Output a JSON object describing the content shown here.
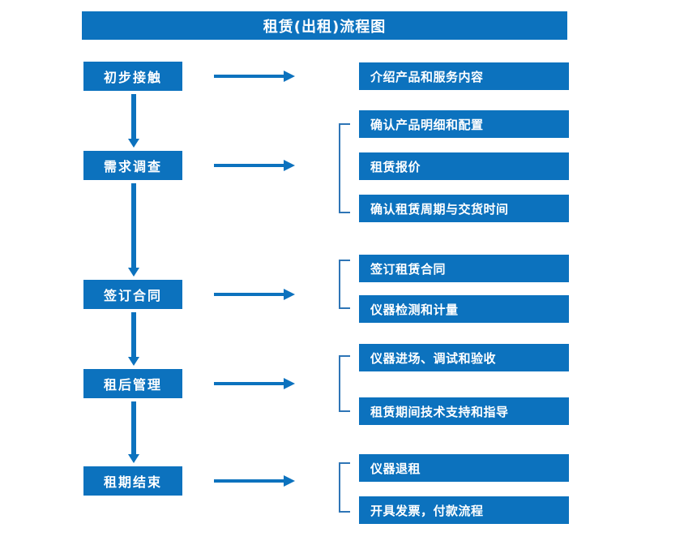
{
  "diagram": {
    "title": "租赁(出租)流程图",
    "accent_color": "#0C72BE",
    "bracket_color": "#2E75B6",
    "text_color": "#FFFFFF",
    "background_color": "#FFFFFF"
  },
  "stages": [
    {
      "id": "stage-1",
      "label": "初步接触"
    },
    {
      "id": "stage-2",
      "label": "需求调查"
    },
    {
      "id": "stage-3",
      "label": "签订合同"
    },
    {
      "id": "stage-4",
      "label": "租后管理"
    },
    {
      "id": "stage-5",
      "label": "租期结束"
    }
  ],
  "details": {
    "group_1": [
      {
        "label": "介绍产品和服务内容"
      }
    ],
    "group_2": [
      {
        "label": "确认产品明细和配置"
      },
      {
        "label": "租赁报价"
      },
      {
        "label": "确认租赁周期与交货时间"
      }
    ],
    "group_3": [
      {
        "label": "签订租赁合同"
      },
      {
        "label": "仪器检测和计量"
      }
    ],
    "group_4": [
      {
        "label": "仪器进场、调试和验收"
      },
      {
        "label": "租赁期间技术支持和指导"
      }
    ],
    "group_5": [
      {
        "label": "仪器退租"
      },
      {
        "label": "开具发票，付款流程"
      }
    ]
  },
  "connectors": {
    "horizontal_arrow_icon": "arrow-right-icon",
    "vertical_arrow_icon": "arrow-down-icon",
    "bracket_icon": "group-bracket-icon"
  }
}
